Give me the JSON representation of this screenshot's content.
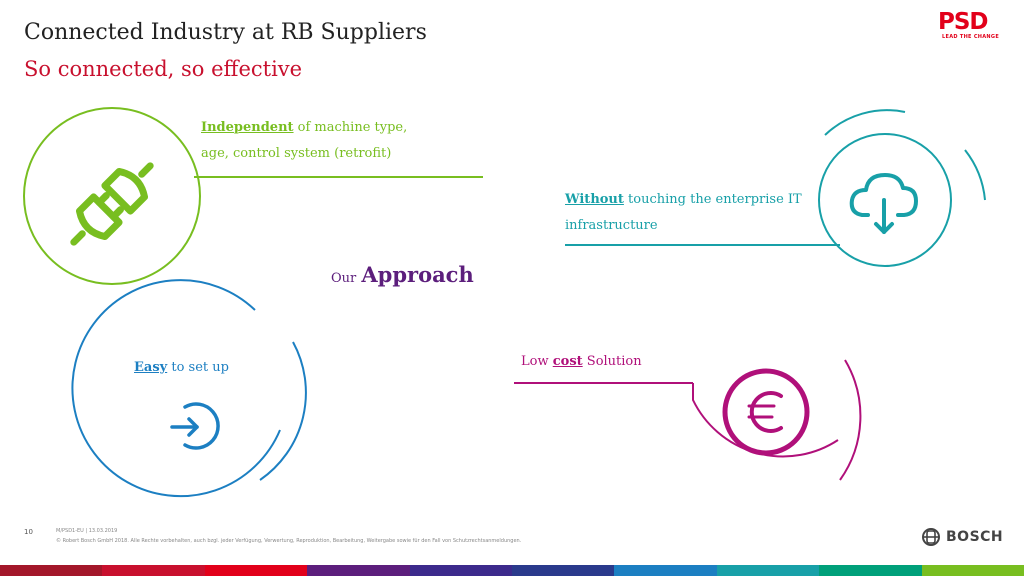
{
  "header": {
    "title": "Connected Industry at RB Suppliers",
    "subtitle": "So connected, so effective"
  },
  "logo": {
    "name": "PSD",
    "tagline": "LEAD THE CHANGE"
  },
  "approach": {
    "small": "Our",
    "big": "Approach"
  },
  "items": {
    "independent": {
      "bold": "Independent",
      "rest": " of machine type,",
      "line2": "age, control system (retrofit)",
      "icon": "plug-icon",
      "color": "#78be20"
    },
    "without": {
      "bold": "Without",
      "rest": " touching the enterprise IT",
      "line2": "infrastructure",
      "icon": "cloud-download-icon",
      "color": "#18a0a8"
    },
    "easy": {
      "bold": "Easy",
      "rest": " to set up",
      "icon": "arrow-into-circle-icon",
      "color": "#1c7fc2"
    },
    "cost": {
      "pre": "Low ",
      "bold": "cost",
      "rest": " Solution",
      "icon": "euro-icon",
      "color": "#b0107a"
    }
  },
  "footer": {
    "page_number": "10",
    "department": "M/PSD1-EU | 13.03.2019",
    "copyright": "© Robert Bosch GmbH 2018. Alle Rechte vorbehalten, auch bzgl. jeder Verfügung, Verwertung, Reproduktion, Bearbeitung, Weitergabe sowie für den Fall von Schutzrechtsanmeldungen.",
    "brand": "BOSCH",
    "bar_colors": [
      "#a3172a",
      "#c8102e",
      "#e2001a",
      "#5c1e7c",
      "#3c2a8c",
      "#2a3a8c",
      "#1c7fc2",
      "#18a0a8",
      "#00a07a",
      "#78be20"
    ]
  }
}
